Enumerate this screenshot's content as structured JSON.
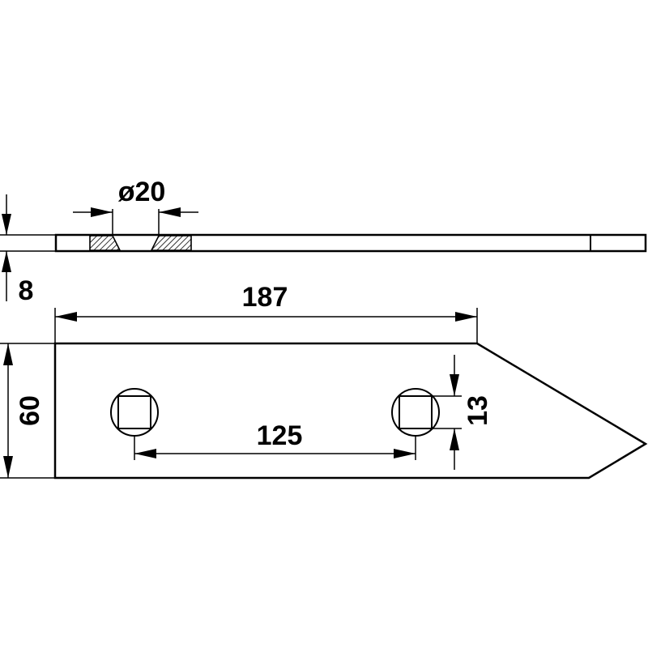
{
  "dimensions": {
    "hole_diameter": "ø20",
    "thickness": "8",
    "overall_length": "187",
    "hole_spacing": "125",
    "height": "60",
    "square_hole_size": "13"
  },
  "colors": {
    "line": "#000000",
    "background": "#ffffff"
  }
}
